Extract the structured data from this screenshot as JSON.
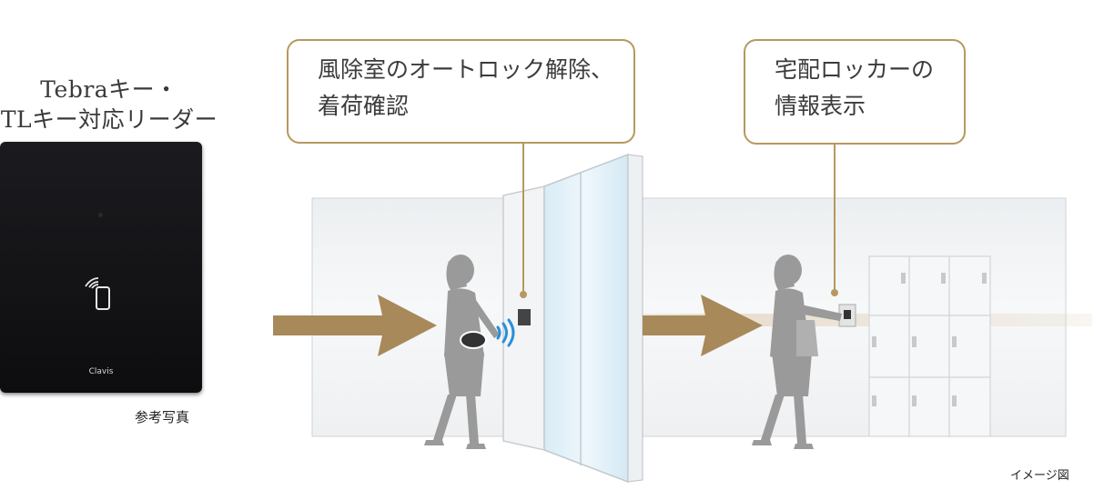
{
  "reader": {
    "title_line1": "Tebraキー・",
    "title_line2": "TLキー対応リーダー",
    "brand": "Clavis",
    "photo_caption": "参考写真"
  },
  "callouts": {
    "left": {
      "line1": "風除室のオートロック解除、",
      "line2": "着荷確認"
    },
    "right": {
      "line1": "宅配ロッカーの",
      "line2": "情報表示"
    }
  },
  "image_caption": "イメージ図",
  "colors": {
    "accent_gold": "#b7985f",
    "arrow_gold": "#a8895a",
    "silhouette": "#9a9a9a",
    "nfc_wave": "#2a8fd6"
  },
  "icons": [
    "nfc-phone-icon",
    "nfc-wave-icon",
    "flow-arrow-icon"
  ]
}
